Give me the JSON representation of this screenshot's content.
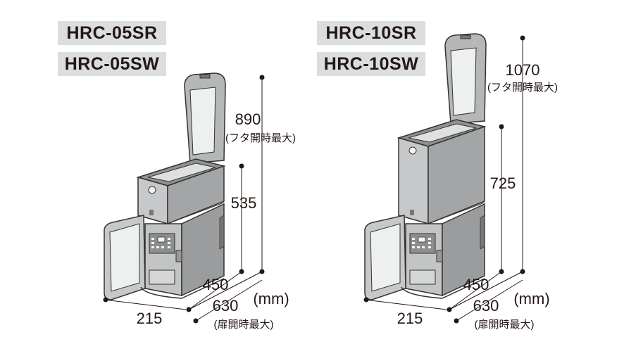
{
  "models": {
    "small": {
      "line1": "HRC-05SR",
      "line2": "HRC-05SW"
    },
    "large": {
      "line1": "HRC-10SR",
      "line2": "HRC-10SW"
    }
  },
  "dimensions": {
    "small": {
      "height_open": "890",
      "height_open_note": "(フタ開時最大)",
      "height": "535",
      "depth": "450",
      "width": "215",
      "width_open": "630",
      "width_open_note": "(扉開時最大)",
      "unit": "(mm)"
    },
    "large": {
      "height_open": "1070",
      "height_open_note": "(フタ開時最大)",
      "height": "725",
      "depth": "450",
      "width": "215",
      "width_open": "630",
      "width_open_note": "(扉開時最大)",
      "unit": "(mm)"
    }
  }
}
